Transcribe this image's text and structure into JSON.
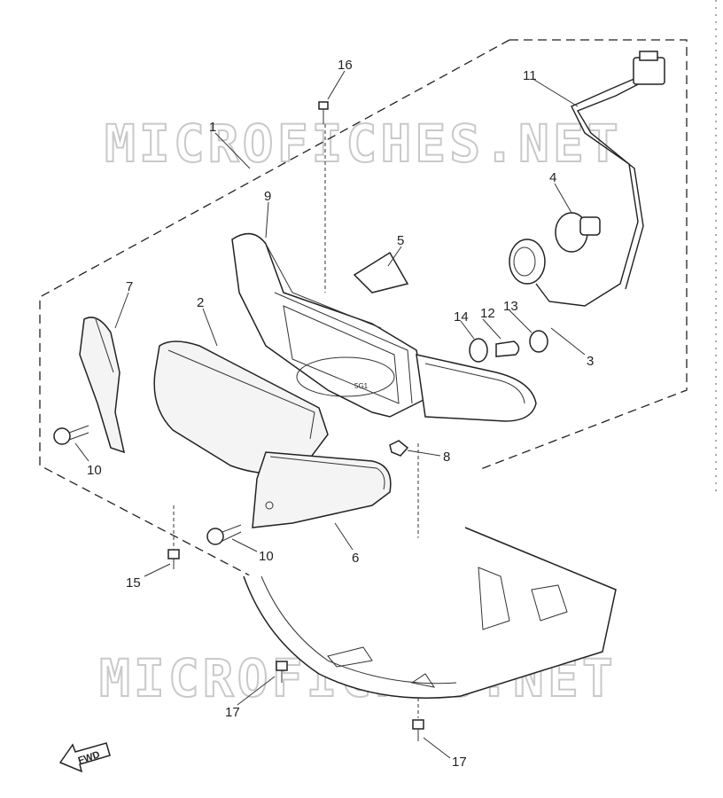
{
  "watermark": {
    "text": "MICROFICHES.NET"
  },
  "fwd_arrow": {
    "text": "FWD"
  },
  "callouts": [
    {
      "id": "c1",
      "number": "1"
    },
    {
      "id": "c2",
      "number": "2"
    },
    {
      "id": "c3",
      "number": "3"
    },
    {
      "id": "c4",
      "number": "4"
    },
    {
      "id": "c5",
      "number": "5"
    },
    {
      "id": "c6",
      "number": "6"
    },
    {
      "id": "c7",
      "number": "7"
    },
    {
      "id": "c8",
      "number": "8"
    },
    {
      "id": "c9",
      "number": "9"
    },
    {
      "id": "c10a",
      "number": "10"
    },
    {
      "id": "c10b",
      "number": "10"
    },
    {
      "id": "c11",
      "number": "11"
    },
    {
      "id": "c12",
      "number": "12"
    },
    {
      "id": "c13",
      "number": "13"
    },
    {
      "id": "c14",
      "number": "14"
    },
    {
      "id": "c15",
      "number": "15"
    },
    {
      "id": "c16",
      "number": "16"
    },
    {
      "id": "c17a",
      "number": "17"
    },
    {
      "id": "c17b",
      "number": "17"
    }
  ]
}
